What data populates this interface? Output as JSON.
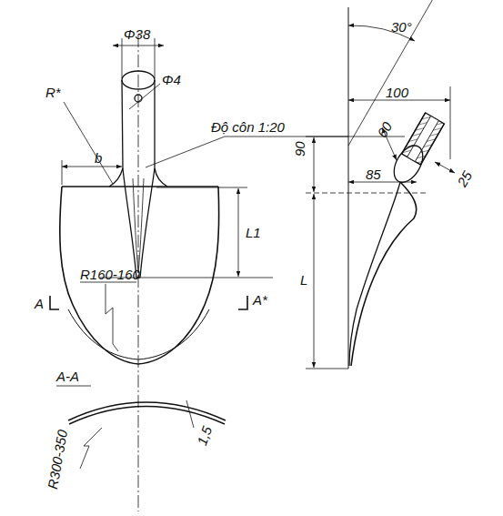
{
  "diagram": {
    "labels": [
      "Φ38",
      "Φ4",
      "Độ côn 1:20",
      "R*",
      "b",
      "L1",
      "R160-160",
      "A",
      "A*",
      "A-A",
      "R300-350",
      "1,5",
      "30°",
      "100",
      "25",
      "60",
      "85",
      "90",
      "L"
    ]
  }
}
